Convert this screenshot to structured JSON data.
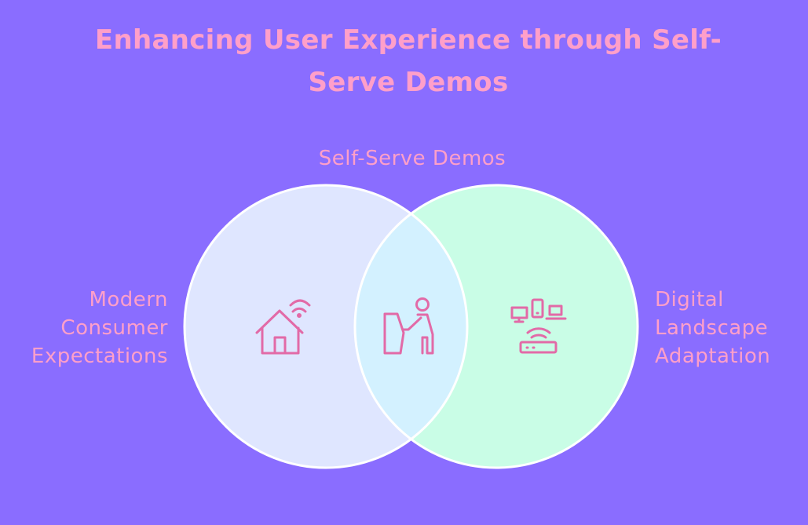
{
  "diagram": {
    "title": "Enhancing User Experience through Self-Serve Demos",
    "top_label": "Self-Serve Demos",
    "left_label": "Modern Consumer Expectations",
    "right_label": "Digital Landscape Adaptation",
    "icons": {
      "left": "smart-home-icon",
      "center": "kiosk-user-icon",
      "right": "connected-devices-icon"
    },
    "colors": {
      "background": "#8a6dff",
      "left_circle": "#dfe6ff",
      "right_circle": "#c9fde6",
      "overlap": "#d3f1ff",
      "text": "#ff9fc9",
      "icon": "#e26aa7",
      "outline": "#ffffff"
    }
  }
}
